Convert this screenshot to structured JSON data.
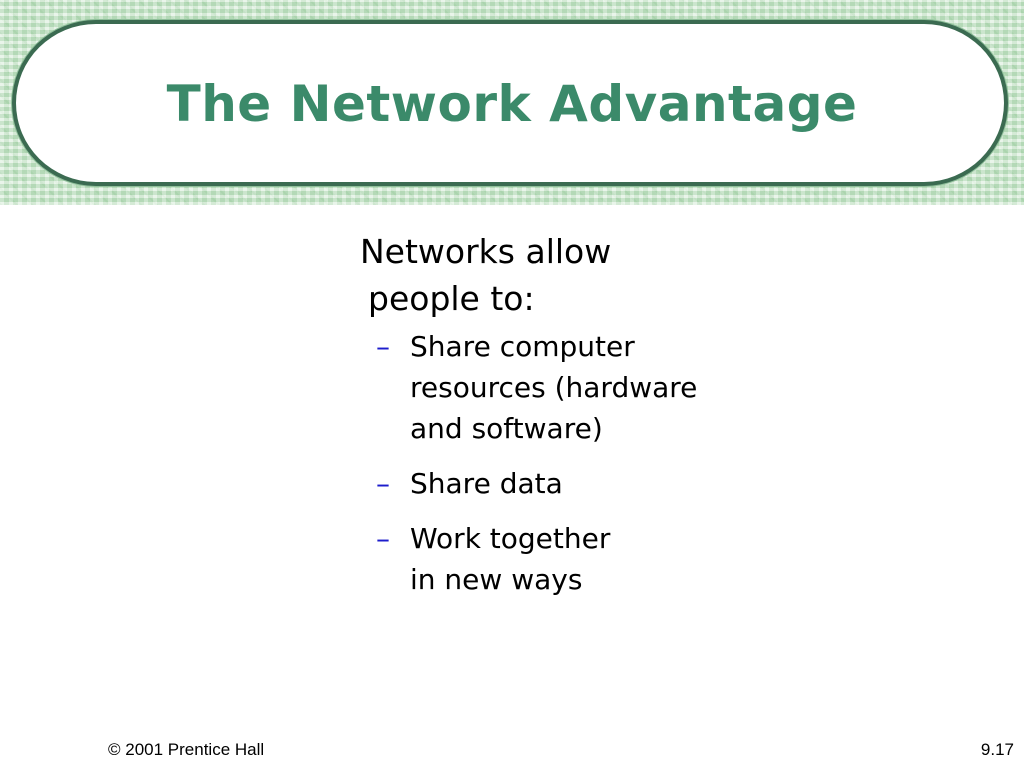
{
  "slide": {
    "title": "The Network Advantage",
    "intro_lines": [
      "Networks allow",
      "people to:"
    ],
    "bullets": [
      {
        "lines": [
          "Share computer",
          "resources (hardware",
          "and software)"
        ]
      },
      {
        "lines": [
          "Share data"
        ]
      },
      {
        "lines": [
          "Work together",
          "in new ways"
        ]
      }
    ],
    "bullet_marker": "–"
  },
  "footer": {
    "copyright": "© 2001 Prentice Hall",
    "slide_number": "9.17"
  },
  "colors": {
    "title": "#3b8a6a",
    "title_border": "#3b6b51",
    "header_band": "#cfe8d0",
    "bullet_marker": "#1c1ccc",
    "body_text": "#000000"
  }
}
